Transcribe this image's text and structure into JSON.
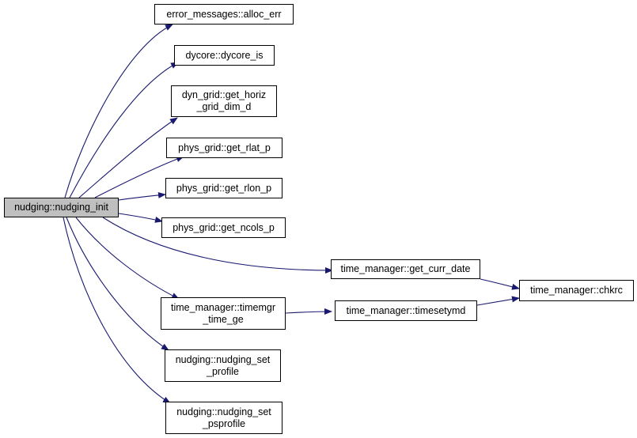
{
  "graph": {
    "edge_color": "#191970",
    "root_fill": "#bfbfbf",
    "nodes": {
      "root": {
        "lines": [
          "nudging::nudging_init"
        ]
      },
      "alloc_err": {
        "lines": [
          "error_messages::alloc_err"
        ]
      },
      "dycore_is": {
        "lines": [
          "dycore::dycore_is"
        ]
      },
      "get_horiz_grid_dim_d": {
        "lines": [
          "dyn_grid::get_horiz",
          "_grid_dim_d"
        ]
      },
      "get_rlat_p": {
        "lines": [
          "phys_grid::get_rlat_p"
        ]
      },
      "get_rlon_p": {
        "lines": [
          "phys_grid::get_rlon_p"
        ]
      },
      "get_ncols_p": {
        "lines": [
          "phys_grid::get_ncols_p"
        ]
      },
      "get_curr_date": {
        "lines": [
          "time_manager::get_curr_date"
        ]
      },
      "timemgr_time_ge": {
        "lines": [
          "time_manager::timemgr",
          "_time_ge"
        ]
      },
      "timesetymd": {
        "lines": [
          "time_manager::timesetymd"
        ]
      },
      "chkrc": {
        "lines": [
          "time_manager::chkrc"
        ]
      },
      "nudging_set_profile": {
        "lines": [
          "nudging::nudging_set",
          "_profile"
        ]
      },
      "nudging_set_psprofile": {
        "lines": [
          "nudging::nudging_set",
          "_psprofile"
        ]
      }
    },
    "edges": [
      [
        "root",
        "alloc_err"
      ],
      [
        "root",
        "dycore_is"
      ],
      [
        "root",
        "get_horiz_grid_dim_d"
      ],
      [
        "root",
        "get_rlat_p"
      ],
      [
        "root",
        "get_rlon_p"
      ],
      [
        "root",
        "get_ncols_p"
      ],
      [
        "root",
        "get_curr_date"
      ],
      [
        "root",
        "timemgr_time_ge"
      ],
      [
        "root",
        "nudging_set_profile"
      ],
      [
        "root",
        "nudging_set_psprofile"
      ],
      [
        "get_curr_date",
        "chkrc"
      ],
      [
        "timemgr_time_ge",
        "timesetymd"
      ],
      [
        "timesetymd",
        "chkrc"
      ]
    ]
  }
}
